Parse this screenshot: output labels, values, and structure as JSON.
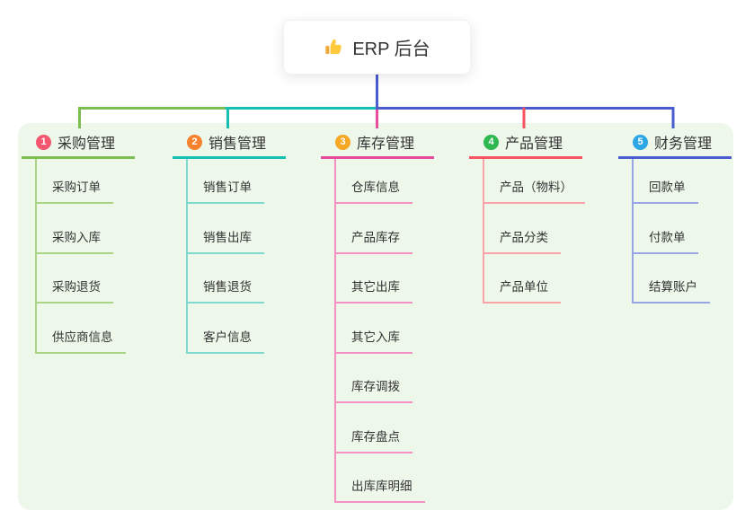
{
  "root": {
    "label": "ERP 后台",
    "icon": "thumbs-up-icon"
  },
  "branches": [
    {
      "num": "1",
      "title": "采购管理",
      "color": "#7CBE50",
      "light": "#AAD584",
      "badge_color": "#F4566F",
      "children": [
        "采购订单",
        "采购入库",
        "采购退货",
        "供应商信息"
      ]
    },
    {
      "num": "2",
      "title": "销售管理",
      "color": "#16BFB1",
      "light": "#7FD9CF",
      "badge_color": "#F7812C",
      "children": [
        "销售订单",
        "销售出库",
        "销售退货",
        "客户信息"
      ]
    },
    {
      "num": "3",
      "title": "库存管理",
      "color": "#EA4C9D",
      "light": "#F491C3",
      "badge_color": "#F6A723",
      "children": [
        "仓库信息",
        "产品库存",
        "其它出库",
        "其它入库",
        "库存调拨",
        "库存盘点",
        "出库库明细"
      ]
    },
    {
      "num": "4",
      "title": "产品管理",
      "color": "#F4535F",
      "light": "#F9A2A7",
      "badge_color": "#2FB850",
      "children": [
        "产品（物料）",
        "产品分类",
        "产品单位"
      ]
    },
    {
      "num": "5",
      "title": "财务管理",
      "color": "#4A5CCE",
      "light": "#97A5E4",
      "badge_color": "#2CA7E5",
      "children": [
        "回款单",
        "付款单",
        "结算账户"
      ]
    }
  ],
  "canvas": {
    "background": "#FFFFFF",
    "panel_background": "#EDF7EA",
    "root_stem_color": "#4A5CCE",
    "text_color": "#333333"
  }
}
